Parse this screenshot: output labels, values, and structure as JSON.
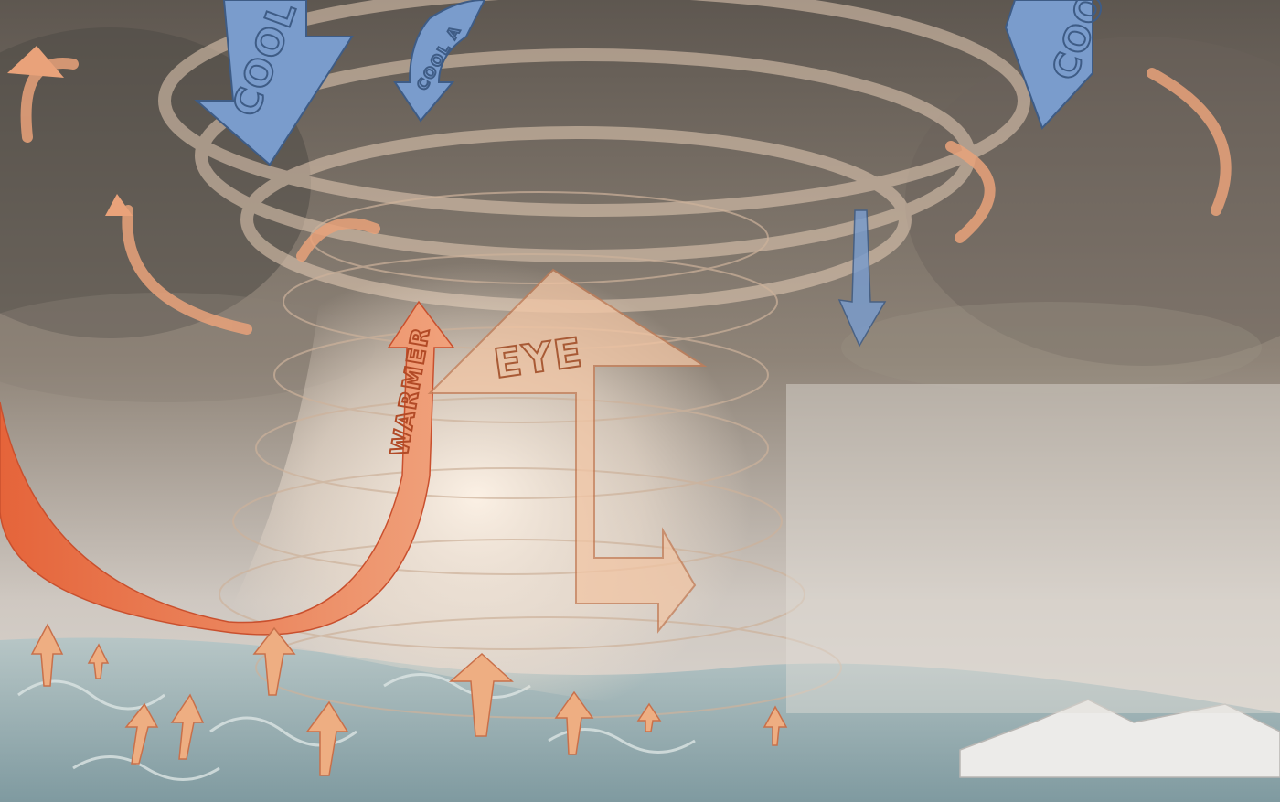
{
  "labels": {
    "eye": "EYE",
    "warm_air": "WARMER",
    "cool_air_1": "COOL",
    "cool_air_2": "COOL A",
    "cool_air_3": "COOL"
  },
  "colors": {
    "sky_dark": "#5e5750",
    "sky_light": "#d9d3cc",
    "cloud_swirl": "#e8d9cb",
    "cool_arrow": "#7a9ccc",
    "warm_arrow": "#eeae82",
    "hot_arrow": "#e5643a",
    "ocean": "#8fa7aa",
    "mountain": "#e6e4e2"
  },
  "icons": {
    "cool_arrow": "cool-air-down-arrow-icon",
    "warm_arrow": "warm-air-up-arrow-icon",
    "eye_arrow": "eye-down-arrow-icon"
  }
}
